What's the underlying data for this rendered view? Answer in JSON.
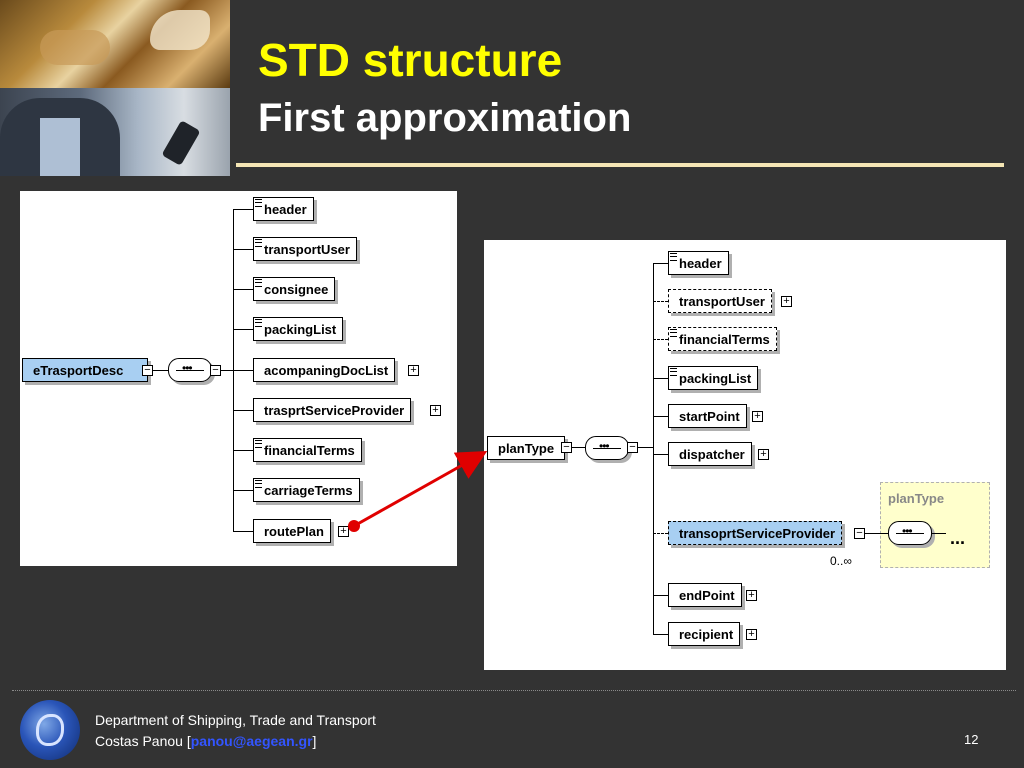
{
  "slide": {
    "title": "STD structure",
    "subtitle": "First approximation",
    "page_number": "12"
  },
  "left_diagram": {
    "root": "eTrasportDesc",
    "children": [
      "header",
      "transportUser",
      "consignee",
      "packingList",
      "acompaningDocList",
      "trasprtServiceProvider",
      "financialTerms",
      "carriageTerms",
      "routePlan"
    ]
  },
  "right_diagram": {
    "root": "planType",
    "children": [
      "header",
      "transportUser",
      "financialTerms",
      "packingList",
      "startPoint",
      "dispatcher",
      "transoprtServiceProvider",
      "endPoint",
      "recipient"
    ],
    "cardinality": "0..∞",
    "ghost_label": "planType",
    "ellipsis": "..."
  },
  "footer": {
    "department": "Department of Shipping, Trade and Transport",
    "author_prefix": "Costas Panou [",
    "email": "panou@aegean.gr",
    "author_suffix": "]"
  },
  "colors": {
    "title": "#ffff00",
    "arrow": "#e00000",
    "node_highlight": "#a8cff2",
    "background": "#333333"
  },
  "icons": {
    "logo": "university-seal-icon",
    "expand": "plus-box-icon",
    "collapse": "minus-box-icon",
    "sequence": "sequence-compositor-icon"
  }
}
